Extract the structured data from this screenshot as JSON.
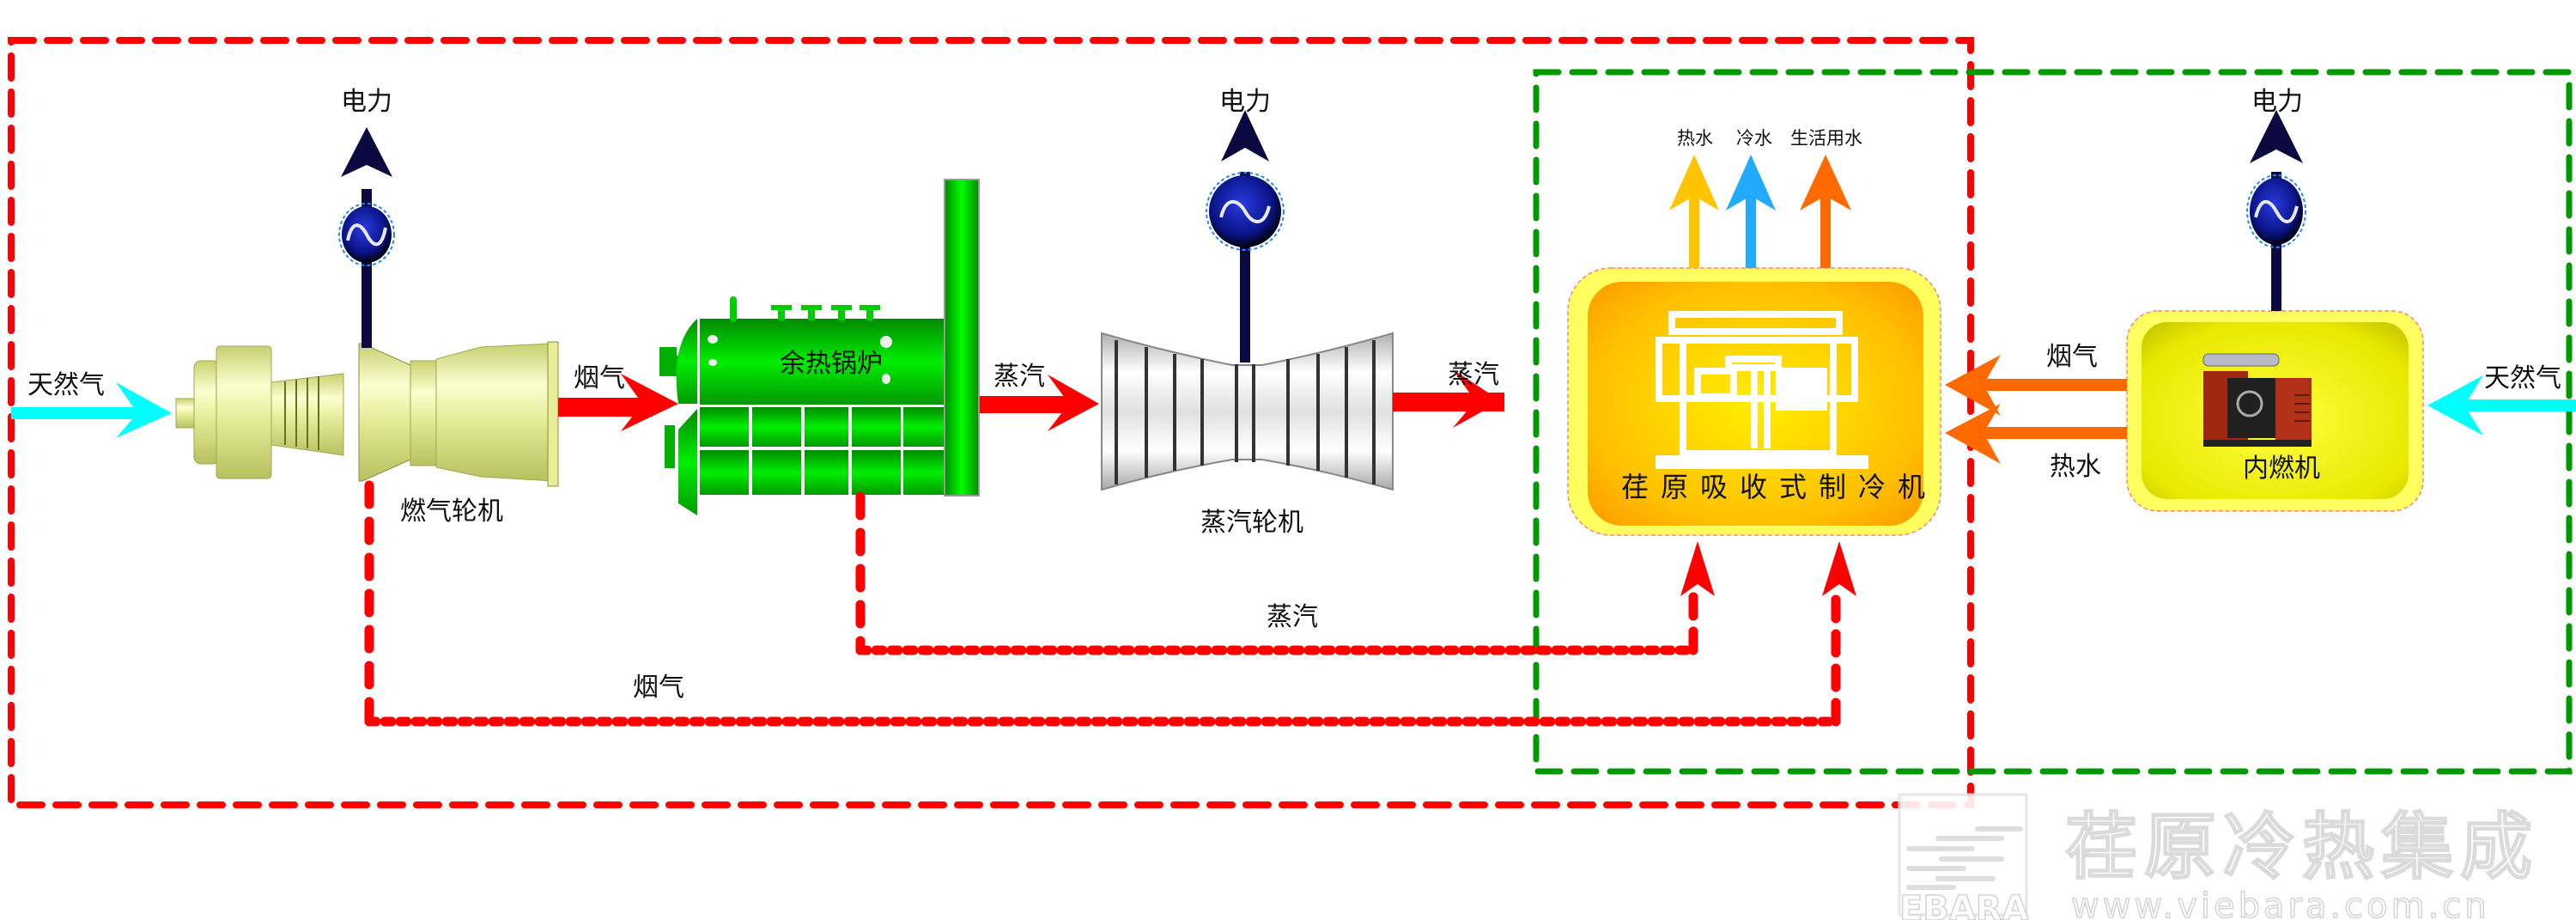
{
  "diagram": {
    "title": "燃气轮机-余热锅炉-蒸汽轮机-吸收式制冷机-内燃机 冷热电联供系统",
    "boundaries": [
      {
        "id": "gas-turbine-system",
        "style": "dashed",
        "color": "#ff0000"
      },
      {
        "id": "engine-system",
        "style": "dashed",
        "color": "#009900"
      }
    ],
    "nodes": {
      "gas_turbine": {
        "label": "燃气轮机",
        "color": "#e0e890"
      },
      "hrsg": {
        "label": "余热锅炉",
        "color": "#00cc00"
      },
      "steam_turbine": {
        "label": "蒸汽轮机",
        "color": "#d8d8d8"
      },
      "chiller": {
        "label": "荏原吸收式制冷机",
        "color": "#ffc000"
      },
      "engine": {
        "label": "内燃机",
        "color": "#f0f000"
      },
      "generator_1": {
        "icon": "ac-generator-icon"
      },
      "generator_2": {
        "icon": "ac-generator-icon"
      },
      "generator_3": {
        "icon": "ac-generator-icon"
      }
    },
    "flows": {
      "natural_gas_in_left": {
        "label": "天然气",
        "color": "#00ffff"
      },
      "flue_gas_gt_to_hrsg": {
        "label": "烟气",
        "color": "#ff0000"
      },
      "steam_hrsg_to_st": {
        "label": "蒸汽",
        "color": "#ff0000"
      },
      "steam_st_to_chiller": {
        "label": "蒸汽",
        "color": "#ff0000"
      },
      "power_gt": {
        "label": "电力",
        "color": "#0a0a40"
      },
      "power_st": {
        "label": "电力",
        "color": "#0a0a40"
      },
      "power_engine": {
        "label": "电力",
        "color": "#0a0a40"
      },
      "hot_water_out": {
        "label": "热水",
        "color": "#ffc400"
      },
      "chilled_water_out": {
        "label": "冷水",
        "color": "#22aaff"
      },
      "domestic_water_out": {
        "label": "生活用水",
        "color": "#ff6a00"
      },
      "flue_gas_engine_to_chiller": {
        "label": "烟气",
        "color": "#ff6a00"
      },
      "hot_water_engine_to_chiller": {
        "label": "热水",
        "color": "#ff6a00"
      },
      "natural_gas_in_right": {
        "label": "天然气",
        "color": "#00ffff"
      },
      "steam_bypass_hrsg_to_chiller": {
        "label": "蒸汽",
        "color": "#ff0000",
        "style": "dashed"
      },
      "flue_gas_bypass_gt_to_chiller": {
        "label": "烟气",
        "color": "#ff0000",
        "style": "dashed"
      }
    }
  },
  "watermark": {
    "company": "荏原冷热集成",
    "logo_text": "EBARA",
    "url": "www.viebara.com.cn"
  }
}
